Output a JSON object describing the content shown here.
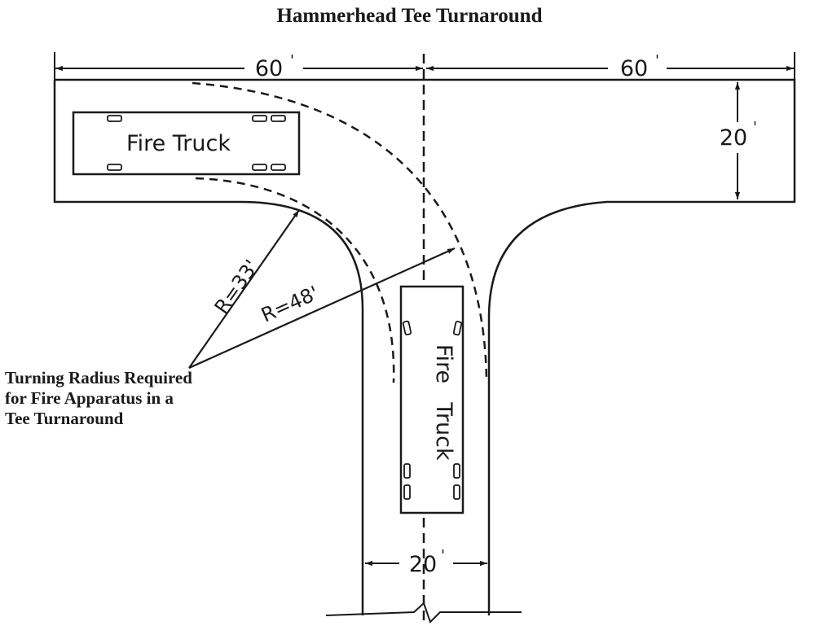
{
  "title": "Hammerhead Tee Turnaround",
  "dimensions": {
    "left_width": "60",
    "right_width": "60",
    "head_depth": "20",
    "stem_width": "20",
    "prime": "'"
  },
  "radii": {
    "inner": "R=33'",
    "outer": "R=48'"
  },
  "vehicles": {
    "top_truck_label": "Fire Truck",
    "stem_truck_label_line1": "Fire",
    "stem_truck_label_line2": "Truck"
  },
  "caption": {
    "line1": "Turning Radius Required",
    "line2": "for Fire Apparatus in a",
    "line3": "Tee Turnaround"
  },
  "colors": {
    "ink": "#1a1a1a",
    "background": "#ffffff"
  }
}
